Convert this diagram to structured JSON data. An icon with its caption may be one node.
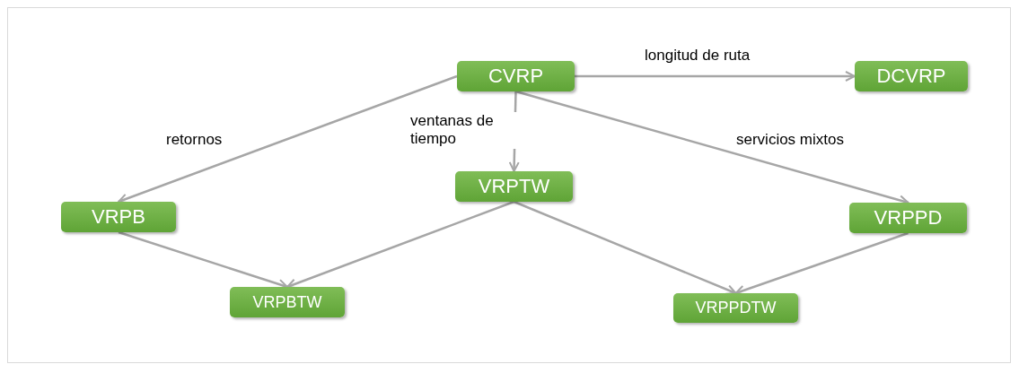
{
  "diagram": {
    "nodes": [
      {
        "text": [
          "CVRP"
        ]
      },
      {
        "text": [
          "DCVRP"
        ]
      },
      {
        "text": [
          "VRPB"
        ]
      },
      {
        "text": [
          "VRPTW"
        ]
      },
      {
        "text": [
          "VRPPD"
        ]
      },
      {
        "text": [
          "VRPBTW"
        ]
      },
      {
        "text": [
          "VRPPDTW"
        ]
      }
    ],
    "edges": [
      {
        "from": 0,
        "to": 1,
        "arrow": "to",
        "label": "longitud de ruta"
      },
      {
        "from": 0,
        "to": 2,
        "arrow": "to",
        "label": "retornos"
      },
      {
        "from": 0,
        "to": 3,
        "arrow": "to",
        "label": "ventanas de tiempo"
      },
      {
        "from": 0,
        "to": 4,
        "arrow": "to",
        "label": "servicios mixtos"
      },
      {
        "from": 2,
        "to": 5,
        "arrow": "to"
      },
      {
        "from": 3,
        "to": 5,
        "arrow": "to"
      },
      {
        "from": 3,
        "to": 6,
        "arrow": "to"
      },
      {
        "from": 4,
        "to": 6,
        "arrow": "to"
      }
    ]
  }
}
